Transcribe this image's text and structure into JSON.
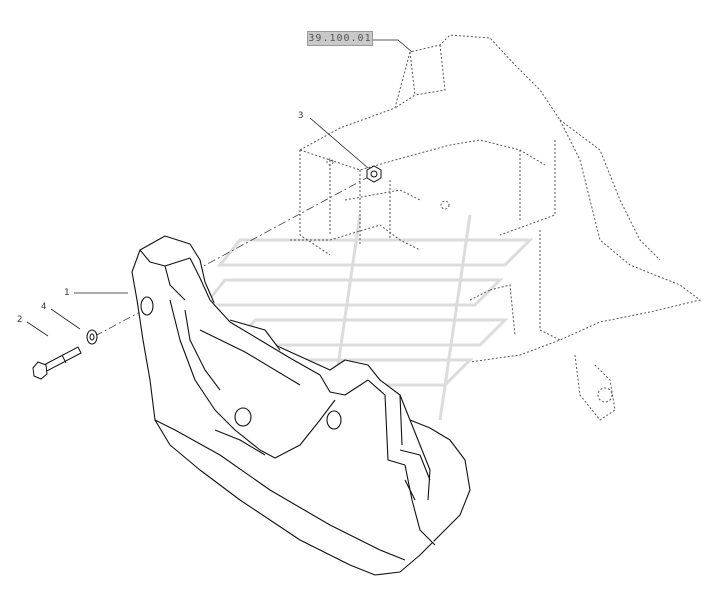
{
  "reference_code": "39.100.01",
  "callouts": {
    "weight": "1",
    "bolt": "2",
    "nut": "3",
    "washer": "4"
  },
  "colors": {
    "line": "#222222",
    "phantom": "#555555",
    "ref_fill": "#c9c9c9",
    "watermark": "#e8e8e8"
  }
}
